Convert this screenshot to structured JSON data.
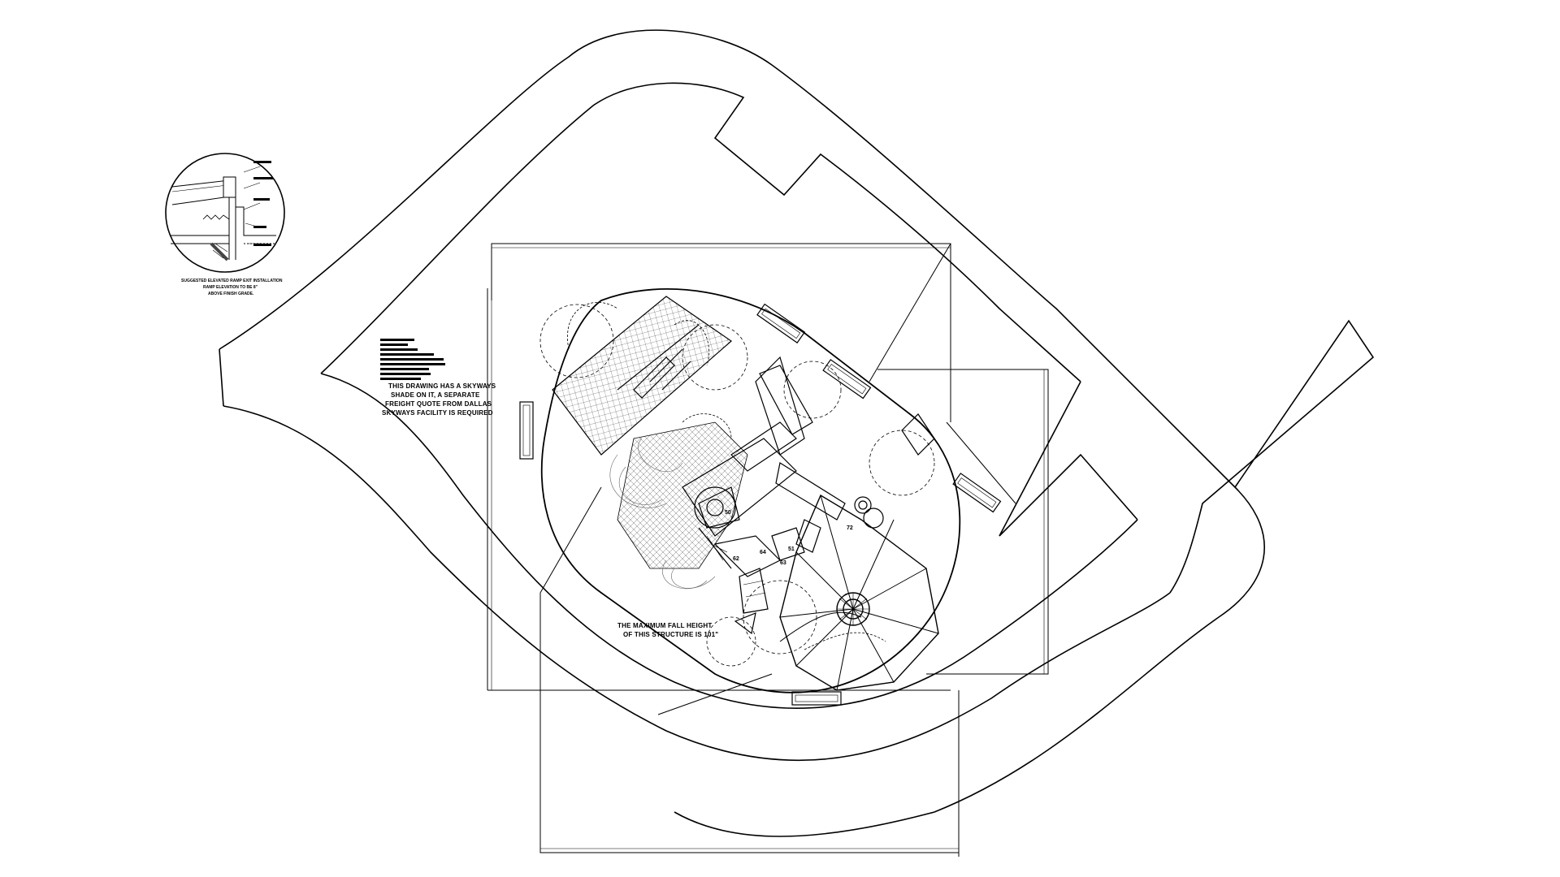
{
  "drawing": {
    "notes": {
      "skyways": [
        "THIS DRAWING HAS A SKYWAYS",
        "SHADE ON IT, A SEPARATE",
        "FREIGHT QUOTE FROM DALLAS",
        "SKYWAYS FACILITY IS REQUIRED"
      ],
      "fall_height": [
        "THE MAXIMUM FALL HEIGHT",
        "OF THIS STRUCTURE IS 101\""
      ]
    },
    "detail": {
      "caption": [
        "SUGGESTED ELEVATED RAMP EXIT INSTALLATION",
        "RAMP ELEVATION TO BE 8\"",
        "ABOVE FINISH GRADE."
      ]
    },
    "labels": {
      "component_numbers": [
        "72",
        "50",
        "62",
        "64",
        "63",
        "51"
      ]
    },
    "colors": {
      "line": "#000000",
      "background": "#ffffff",
      "hatch": "#555555"
    }
  }
}
